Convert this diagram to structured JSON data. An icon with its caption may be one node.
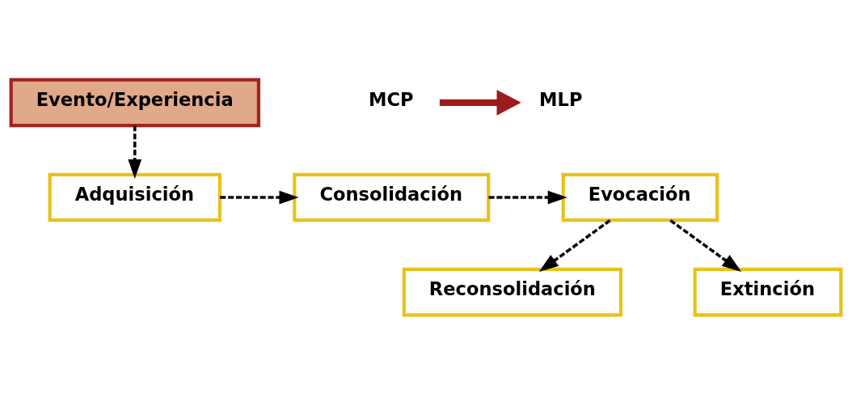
{
  "diagram": {
    "nodes": [
      {
        "text": [
          "Evento/Experiencia"
        ]
      },
      {
        "text": [
          "Adquisición"
        ]
      },
      {
        "text": [
          "Consolidación"
        ]
      },
      {
        "text": [
          "Evocación"
        ]
      },
      {
        "text": [
          "Reconsolidación"
        ]
      },
      {
        "text": [
          "Extinción"
        ]
      },
      {
        "text": [
          "MCP"
        ]
      },
      {
        "text": [
          "MLP"
        ]
      }
    ],
    "edges": [
      {
        "from": 0,
        "to": 1,
        "arrow": "to",
        "style": "dashed"
      },
      {
        "from": 1,
        "to": 2,
        "arrow": "to",
        "style": "dashed"
      },
      {
        "from": 2,
        "to": 3,
        "arrow": "to",
        "style": "dashed"
      },
      {
        "from": 3,
        "to": 4,
        "arrow": "to",
        "style": "dashed"
      },
      {
        "from": 3,
        "to": 5,
        "arrow": "to",
        "style": "dashed"
      },
      {
        "from": 6,
        "to": 7,
        "arrow": "to",
        "style": "thick",
        "color": "#9b1c1c"
      }
    ]
  }
}
